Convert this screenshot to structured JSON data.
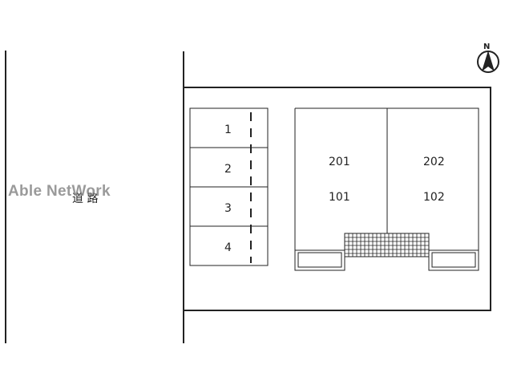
{
  "compass": {
    "label": "N",
    "icon": "north-arrow-icon"
  },
  "road": {
    "label": "道 路"
  },
  "watermark": {
    "text": "Able NetWork"
  },
  "parking": {
    "spaces": [
      "1",
      "2",
      "3",
      "4"
    ]
  },
  "units": {
    "left_upper": "201",
    "left_lower": "101",
    "right_upper": "202",
    "right_lower": "102"
  },
  "colors": {
    "line": "#222222",
    "background": "#ffffff",
    "watermark": "#787878"
  }
}
